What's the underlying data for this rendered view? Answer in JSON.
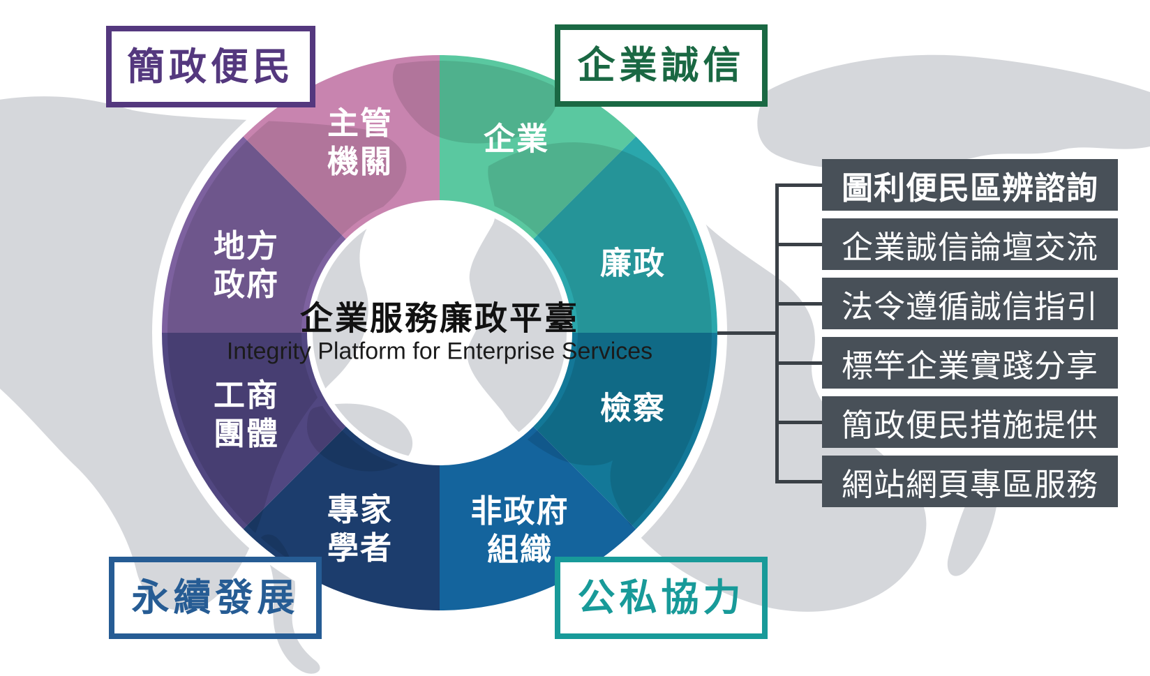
{
  "title": {
    "zh": "企業服務廉政平臺",
    "en": "Integrity Platform for Enterprise Services"
  },
  "corner_labels": [
    {
      "id": "top-left",
      "label": "簡政便民",
      "color": "#54387E"
    },
    {
      "id": "top-right",
      "label": "企業誠信",
      "color": "#1A6843"
    },
    {
      "id": "bottom-left",
      "label": "永續發展",
      "color": "#265C94"
    },
    {
      "id": "bottom-right",
      "label": "公私協力",
      "color": "#189A99"
    }
  ],
  "wheel": {
    "segments": [
      {
        "label": "企業",
        "label_display": "企業",
        "color": "#5AC8A0",
        "start_angle": 0,
        "end_angle": 45
      },
      {
        "label": "廉政",
        "label_display": "廉政",
        "color": "#2AA7AC",
        "start_angle": 45,
        "end_angle": 90
      },
      {
        "label": "檢察",
        "label_display": "檢察",
        "color": "#137898",
        "start_angle": 90,
        "end_angle": 135
      },
      {
        "label": "非政府組織",
        "label_display": "非政府\n組織",
        "color": "#14649D",
        "start_angle": 135,
        "end_angle": 180
      },
      {
        "label": "專家學者",
        "label_display": "專家\n學者",
        "color": "#1C3D6D",
        "start_angle": 180,
        "end_angle": 225
      },
      {
        "label": "工商團體",
        "label_display": "工商\n團體",
        "color": "#514781",
        "start_angle": 225,
        "end_angle": 270
      },
      {
        "label": "地方政府",
        "label_display": "地方\n政府",
        "color": "#7D619F",
        "start_angle": 270,
        "end_angle": 315
      },
      {
        "label": "主管機關",
        "label_display": "主管\n機關",
        "color": "#C884AF",
        "start_angle": 315,
        "end_angle": 360
      }
    ]
  },
  "services": {
    "box_color": "#485058",
    "text_color": "#ffffff",
    "connector_color": "#3a4046",
    "items": [
      {
        "label": "圖利便民區辨諮詢",
        "bold": true
      },
      {
        "label": "企業誠信論壇交流",
        "bold": false
      },
      {
        "label": "法令遵循誠信指引",
        "bold": false
      },
      {
        "label": "標竿企業實踐分享",
        "bold": false
      },
      {
        "label": "簡政便民措施提供",
        "bold": false
      },
      {
        "label": "網站網頁專區服務",
        "bold": false
      }
    ]
  },
  "map": {
    "color": "#D5D7DB"
  }
}
